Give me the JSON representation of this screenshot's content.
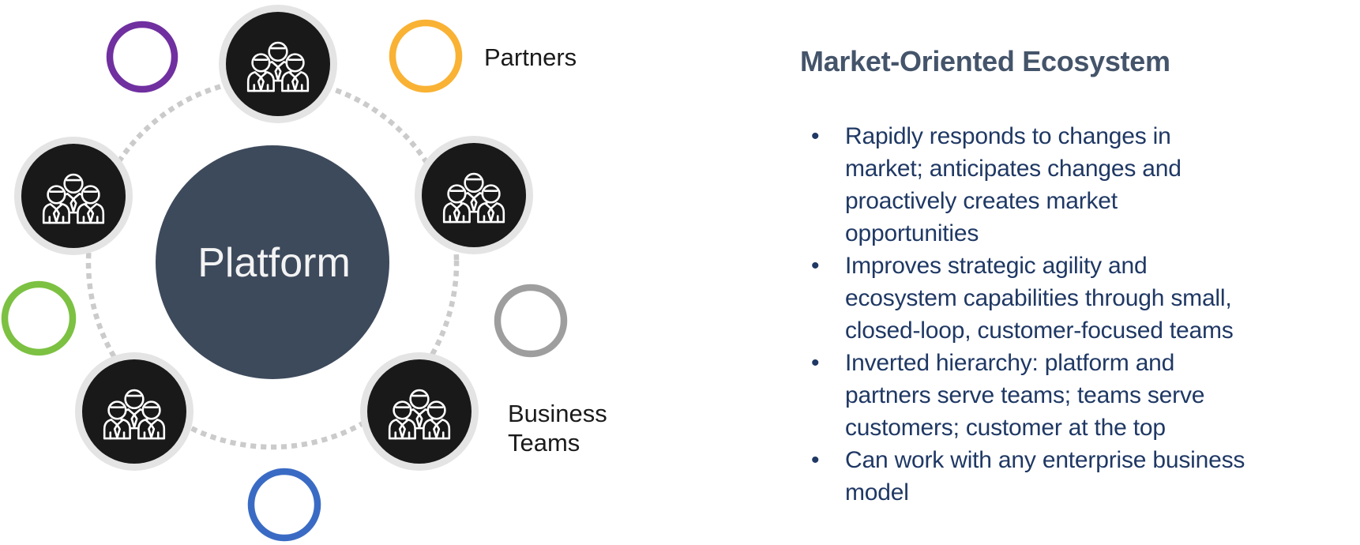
{
  "diagram": {
    "hub": {
      "label": "Platform",
      "fill": "#3D4A5C",
      "text_color": "#F3F3F3"
    },
    "orbit": {
      "color": "#CBCBCB"
    },
    "node": {
      "fill": "#191919",
      "ring_color": "#E4E4E4",
      "icon": "team-people-icon",
      "icon_color": "#FFFFFF"
    },
    "orbit_rings": [
      {
        "name": "purple-ring",
        "color": "#7030A0"
      },
      {
        "name": "amber-ring",
        "color": "#F9B234"
      },
      {
        "name": "green-ring",
        "color": "#7CC142"
      },
      {
        "name": "gray-ring",
        "color": "#9E9E9E"
      },
      {
        "name": "blue-ring",
        "color": "#3A6BC4"
      }
    ],
    "labels": {
      "partners": "Partners",
      "business_teams": "Business\nTeams",
      "color": "#1A1A1A"
    }
  },
  "panel": {
    "title": "Market-Oriented Ecosystem",
    "title_color": "#44546A",
    "text_color": "#1F3864",
    "bullet_glyph": "•",
    "bullets": [
      "Rapidly responds to changes in\nmarket; anticipates changes and\nproactively creates market\nopportunities",
      "Improves strategic agility and\necosystem capabilities through small,\nclosed-loop, customer-focused teams",
      "Inverted hierarchy: platform and\npartners serve teams; teams serve\ncustomers; customer at the top",
      "Can work with any enterprise business\nmodel"
    ]
  }
}
